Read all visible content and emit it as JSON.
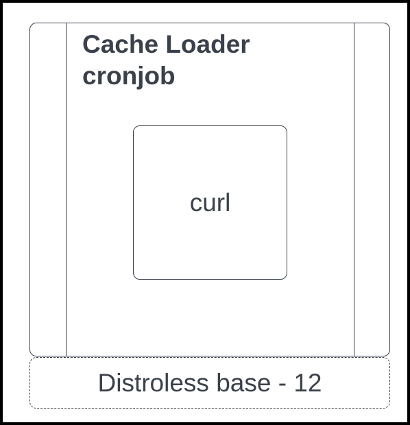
{
  "diagram": {
    "container": {
      "title": "Cache Loader cronjob",
      "inner_box": {
        "label": "curl"
      }
    },
    "base": {
      "label": "Distroless base - 12"
    },
    "colors": {
      "stroke": "#3a414a",
      "text": "#3a414a",
      "frame": "#000000",
      "background": "#ffffff"
    }
  }
}
